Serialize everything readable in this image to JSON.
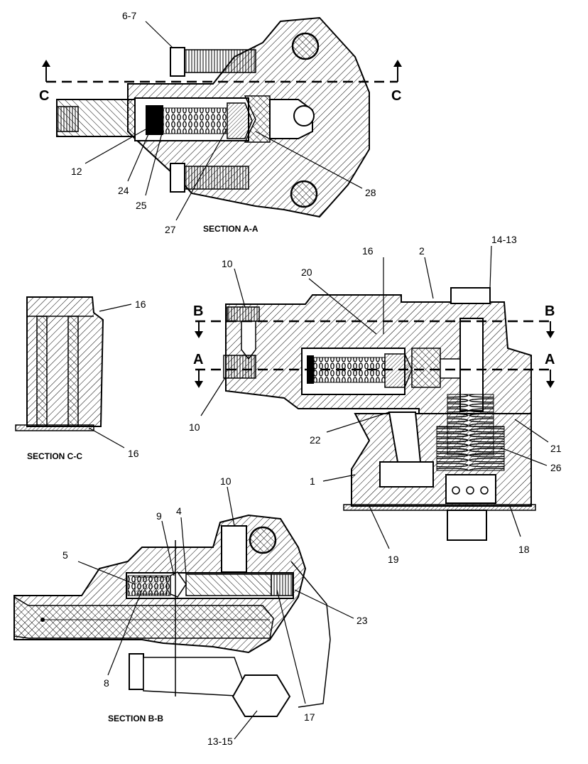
{
  "sections": {
    "a_a": "SECTION A-A",
    "b_b": "SECTION B-B",
    "c_c": "SECTION C-C"
  },
  "cut_letters": {
    "c": "C",
    "b": "B",
    "a": "A"
  },
  "callouts": {
    "n6_7": "6-7",
    "n12": "12",
    "n24": "24",
    "n25": "25",
    "n27": "27",
    "n28": "28",
    "n16": "16",
    "n2": "2",
    "n14_13": "14-13",
    "n10": "10",
    "n20": "20",
    "n22": "22",
    "n21": "21",
    "n26": "26",
    "n1": "1",
    "n19": "19",
    "n18": "18",
    "n9": "9",
    "n4": "4",
    "n5": "5",
    "n23": "23",
    "n8": "8",
    "n17": "17",
    "n13_15": "13-15"
  }
}
